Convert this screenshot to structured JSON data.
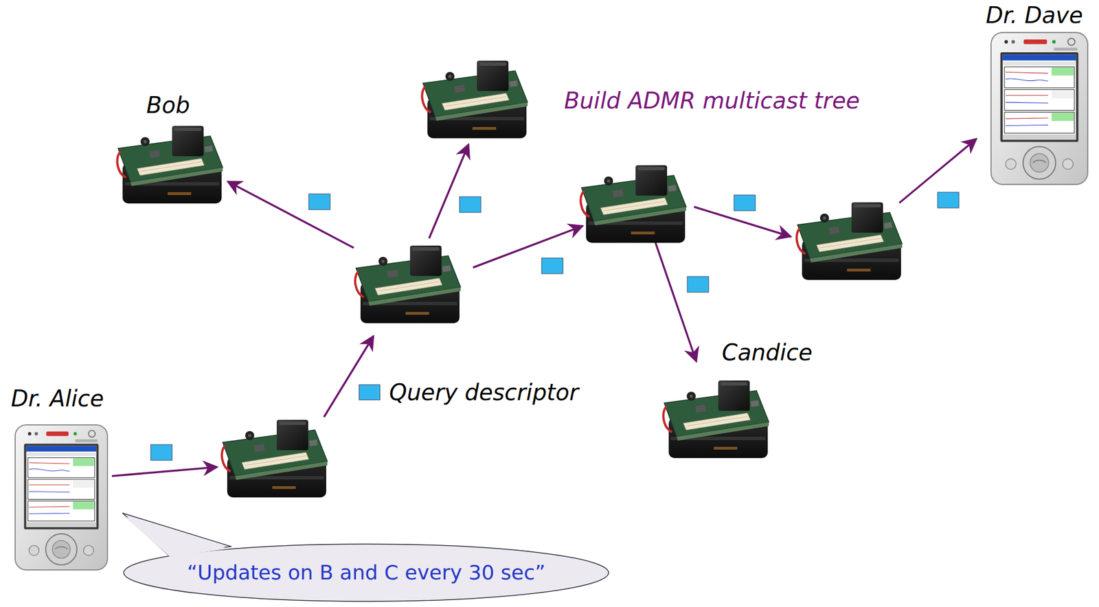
{
  "diagram": {
    "nodes": [
      {
        "text": [
          "Dr. Dave"
        ]
      },
      {
        "text": [
          "Bob"
        ]
      },
      {
        "text": [
          "Candice"
        ]
      },
      {
        "text": [
          "Dr. Alice"
        ]
      },
      {
        "text": [
          "“Updates on B and C every 30 sec”"
        ]
      }
    ],
    "labels": [
      "Build ADMR multicast tree"
    ],
    "legend": [
      {
        "text": "Query descriptor",
        "color": "#33b5ee"
      }
    ]
  }
}
